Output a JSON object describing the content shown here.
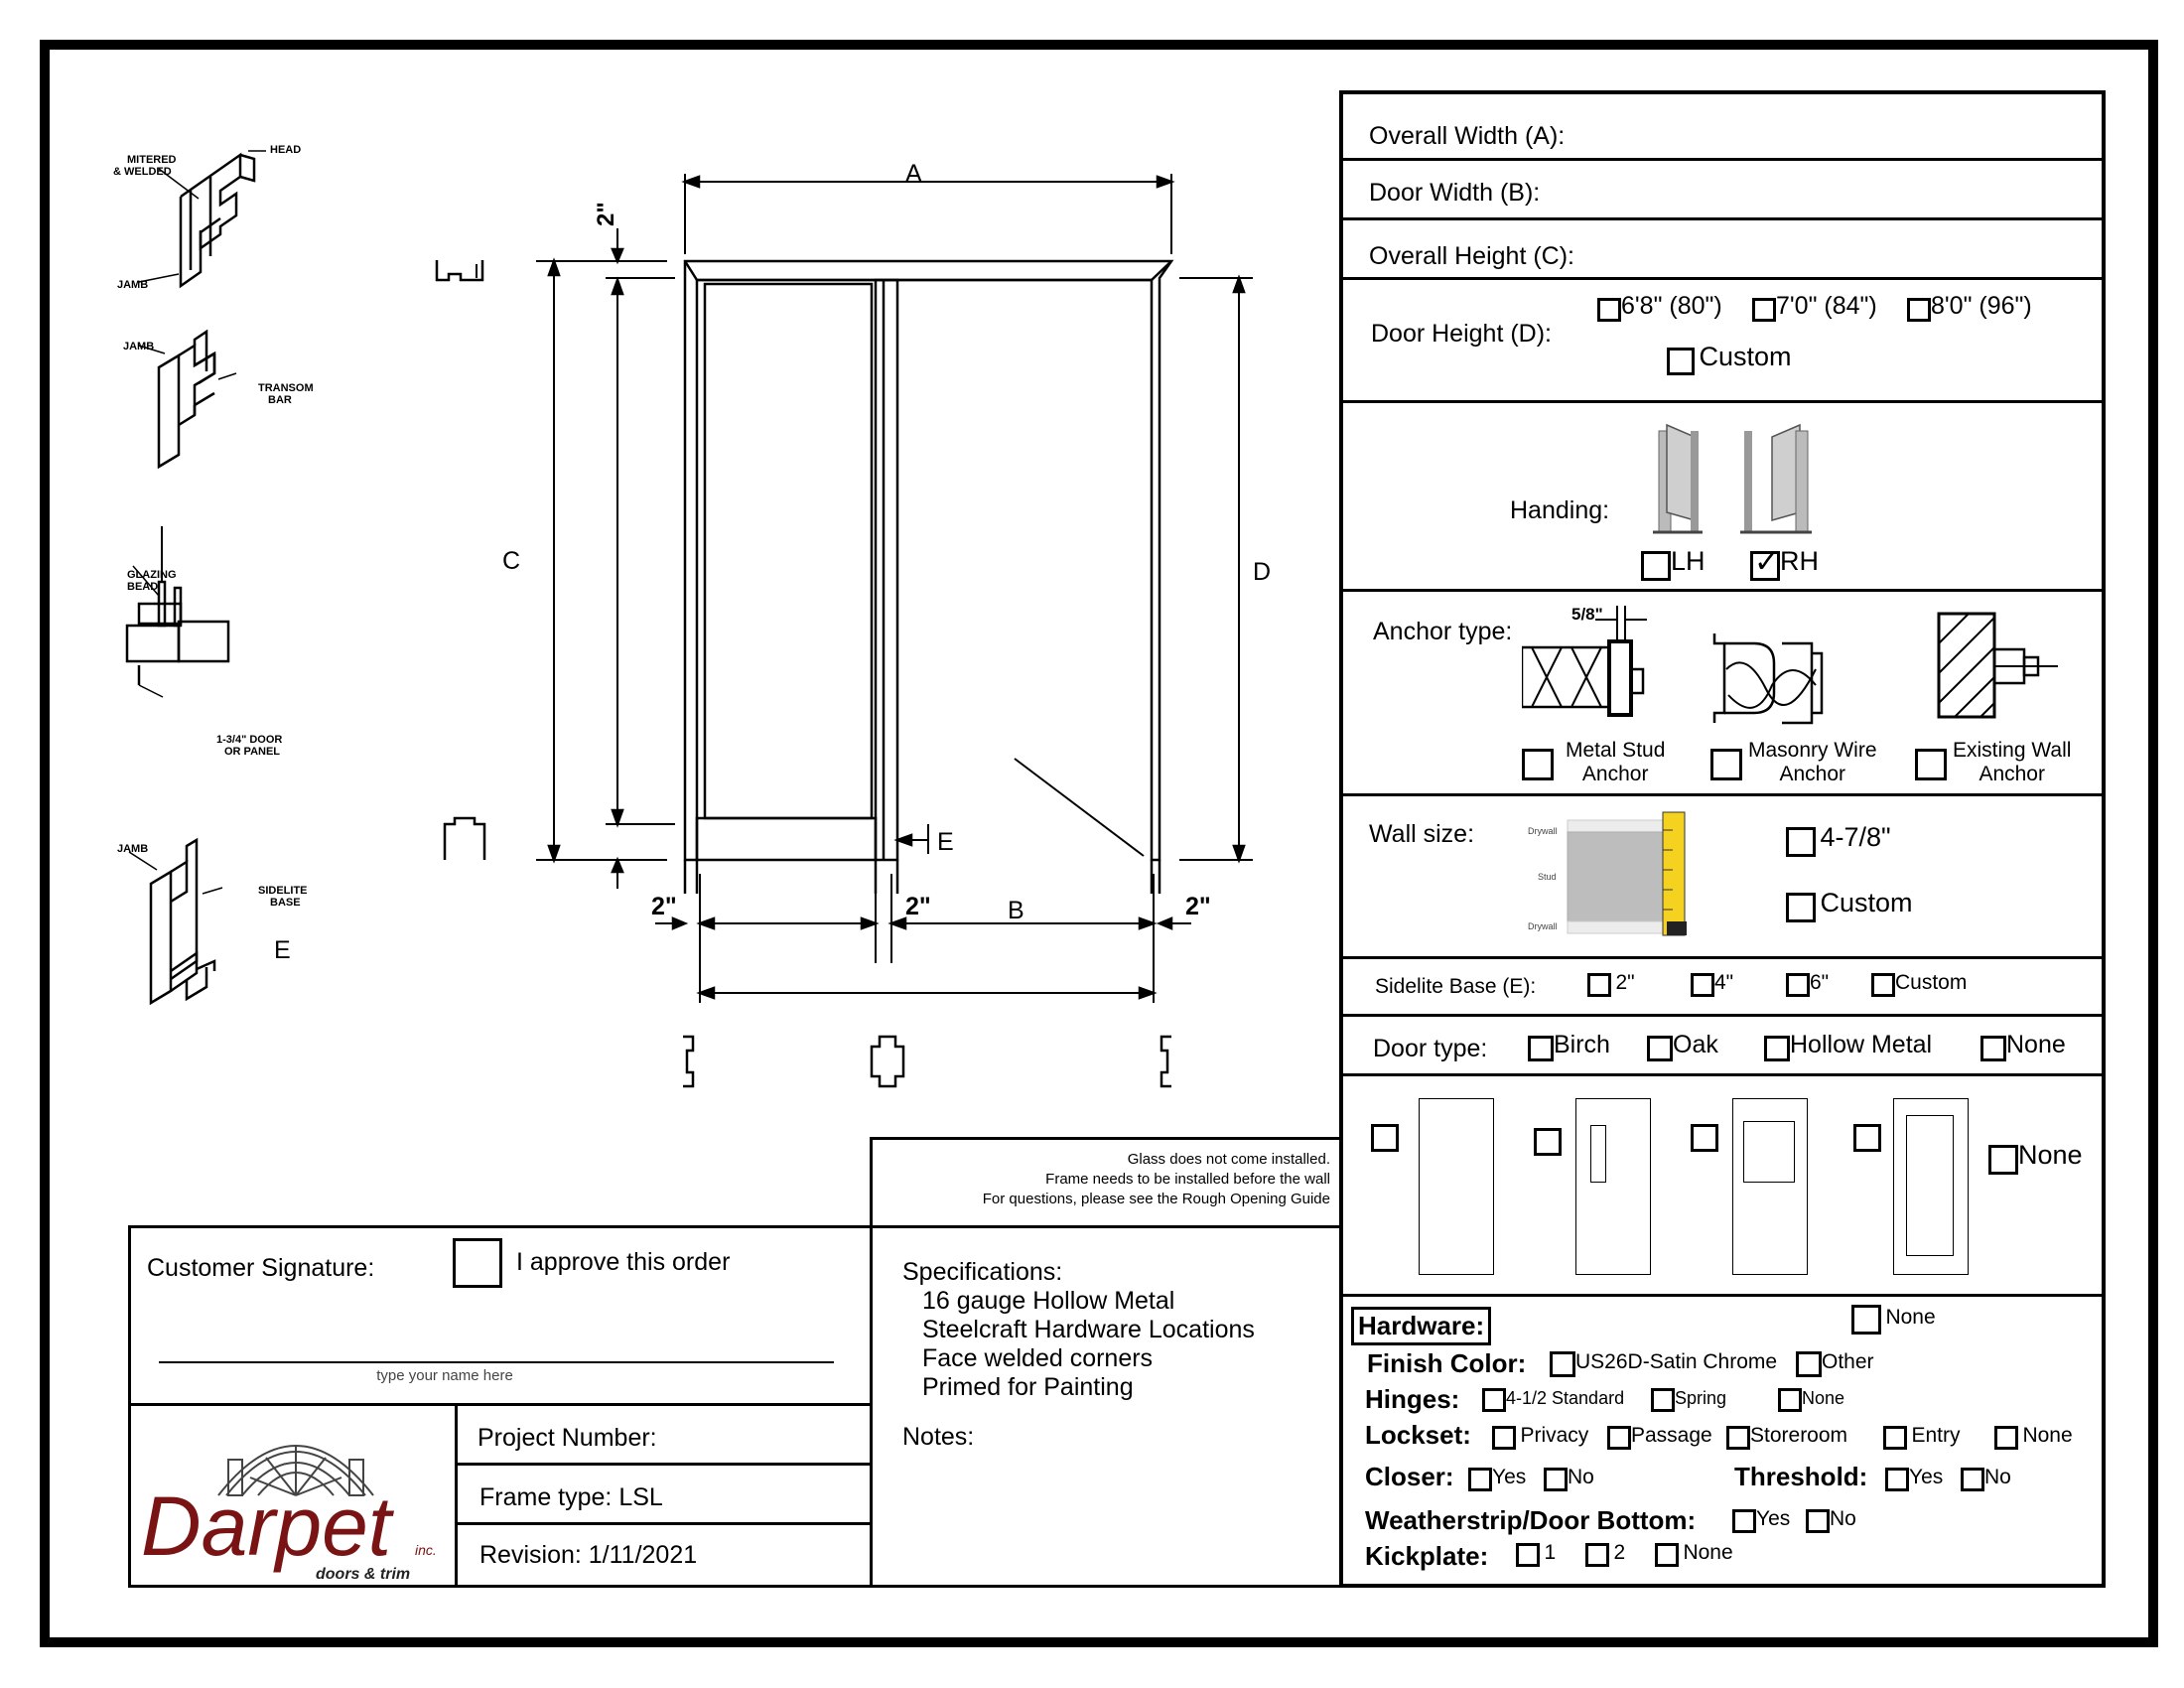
{
  "diagram": {
    "labels": {
      "a": "A",
      "b": "B",
      "c": "C",
      "d": "D",
      "e": "E",
      "e_side": "E"
    },
    "dims": {
      "top": "2\"",
      "left": "2\"",
      "mid": "2\"",
      "right": "2\""
    },
    "details": {
      "mitered": "MITERED",
      "welded": "& WELDED",
      "head": "HEAD",
      "jamb1": "JAMB",
      "jamb2": "JAMB",
      "transom1": "TRANSOM",
      "transom2": "BAR",
      "glazing1": "GLAZING",
      "glazing2": "BEAD",
      "door1": "1-3/4\" DOOR",
      "door2": "OR PANEL",
      "jamb3": "JAMB",
      "sidelite1": "SIDELITE",
      "sidelite2": "BASE"
    }
  },
  "spec_panel": {
    "overall_width": "Overall Width (A):",
    "door_width": "Door Width (B):",
    "overall_height": "Overall Height (C):",
    "door_height": {
      "label": "Door Height (D):",
      "options": [
        "6'8\" (80\")",
        "7'0\" (84\")",
        "8'0\" (96\")"
      ],
      "custom": "Custom"
    },
    "handing": {
      "label": "Handing:",
      "lh": "LH",
      "rh": "RH",
      "selected": "RH"
    },
    "anchor": {
      "label": "Anchor type:",
      "dim": "5/8\"",
      "opts": [
        [
          "Metal Stud",
          "Anchor"
        ],
        [
          "Masonry Wire",
          "Anchor"
        ],
        [
          "Existing Wall",
          "Anchor"
        ]
      ]
    },
    "wall": {
      "label": "Wall size:",
      "drywall1": "Drywall",
      "stud": "Stud",
      "drywall2": "Drywall",
      "opt1": "4-7/8\"",
      "opt2": "Custom"
    },
    "sidelite": {
      "label": "Sidelite Base (E):",
      "opts": [
        "2\"",
        "4\"",
        "6\"",
        "Custom"
      ]
    },
    "door_type": {
      "label": "Door type:",
      "opts": [
        "Birch",
        "Oak",
        "Hollow Metal",
        "None"
      ]
    },
    "glass_none": "None",
    "hardware": {
      "title": "Hardware:",
      "none": "None",
      "finish_label": "Finish Color:",
      "finish_opts": [
        "US26D-Satin Chrome",
        "Other"
      ],
      "hinges_label": "Hinges:",
      "hinges_opts": [
        "4-1/2 Standard",
        "Spring",
        "None"
      ],
      "lockset_label": "Lockset:",
      "lockset_opts": [
        "Privacy",
        "Passage",
        "Storeroom",
        "Entry",
        "None"
      ],
      "closer_label": "Closer:",
      "closer_opts": [
        "Yes",
        "No"
      ],
      "threshold_label": "Threshold:",
      "threshold_opts": [
        "Yes",
        "No"
      ],
      "weather_label": "Weatherstrip/Door Bottom:",
      "weather_opts": [
        "Yes",
        "No"
      ],
      "kick_label": "Kickplate:",
      "kick_opts": [
        "1",
        "2",
        "None"
      ]
    }
  },
  "notes_box": {
    "line1": "Glass does not come installed.",
    "line2": "Frame needs to be installed before the wall",
    "line3": "For questions, please see the Rough Opening Guide"
  },
  "signature": {
    "label": "Customer Signature:",
    "approve": "I approve this order",
    "hint": "type your name here"
  },
  "project": {
    "number": "Project Number:",
    "frame": "Frame type: LSL",
    "revision": "Revision: 1/11/2021"
  },
  "logo": {
    "name": "Darpet",
    "inc": "inc.",
    "tag": "doors & trim",
    "color": "#7a1414"
  },
  "specs": {
    "title": "Specifications:",
    "items": [
      "16 gauge Hollow Metal",
      "Steelcraft Hardware Locations",
      "Face welded corners",
      "Primed for Painting"
    ],
    "notes": "Notes:"
  }
}
